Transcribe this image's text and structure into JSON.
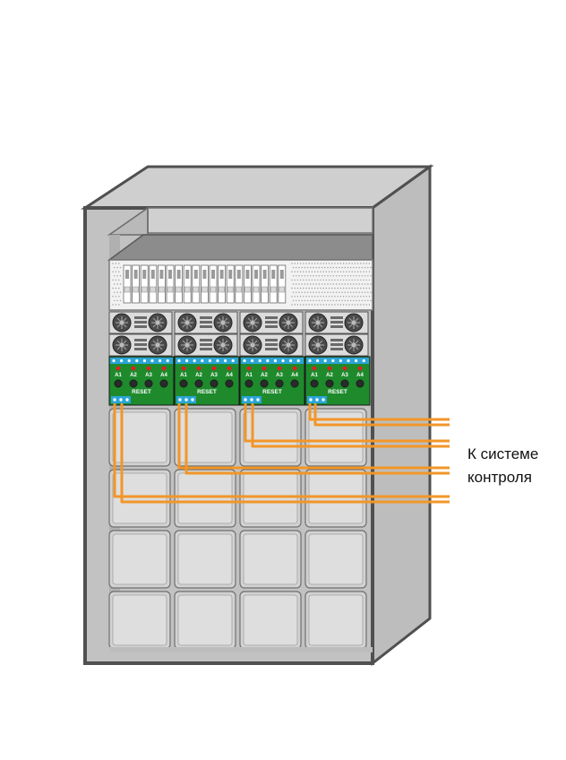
{
  "diagram": {
    "callout": {
      "line1": "К системе",
      "line2": "контроля"
    },
    "controller_module": {
      "alarm_labels": [
        "A1",
        "A2",
        "A3",
        "A4"
      ],
      "reset_label": "RESET"
    },
    "colors": {
      "cabinet_frame": "#5a5a5a",
      "cabinet_face": "#c8c8c8",
      "battery_cell": "#d2d2d2",
      "controller_board": "#1e8a2c",
      "terminal_block": "#2aa5d8",
      "alarm_led": "#e02020",
      "signal_wire": "#f29628"
    }
  }
}
